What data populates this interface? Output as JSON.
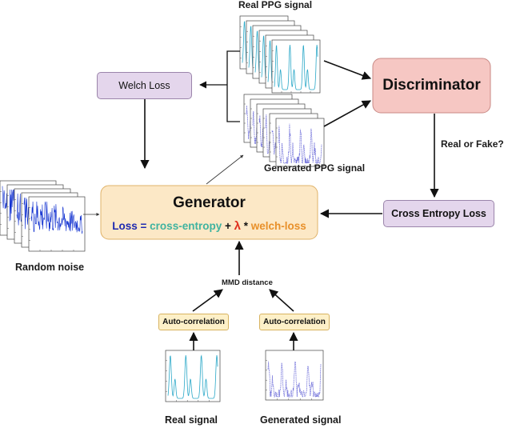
{
  "nodes": {
    "real_ppg_title": "Real PPG signal",
    "generated_ppg_title": "Generated PPG signal",
    "welch_loss": "Welch Loss",
    "discriminator": "Discriminator",
    "real_or_fake": "Real or Fake?",
    "cross_entropy_loss": "Cross Entropy Loss",
    "generator": "Generator",
    "random_noise": "Random noise",
    "mmd_distance": "MMD distance",
    "autocorr_real": "Auto-correlation",
    "autocorr_generated": "Auto-correlation",
    "real_signal": "Real signal",
    "generated_signal": "Generated signal"
  },
  "formula": {
    "loss": "Loss",
    "equals": " = ",
    "cross_entropy": "cross-entropy",
    "plus": " + ",
    "lambda": "λ",
    "times": " * ",
    "welch_loss": "welch-loss"
  },
  "colors": {
    "loss": "#1f2ab0",
    "cross_entropy": "#3fb3a0",
    "lambda": "#e0301e",
    "welch_loss": "#e8902a",
    "real_signal_line": "#2aa8c8",
    "generated_signal_line": "#6a6ad8",
    "noise_line": "#1030d0"
  }
}
